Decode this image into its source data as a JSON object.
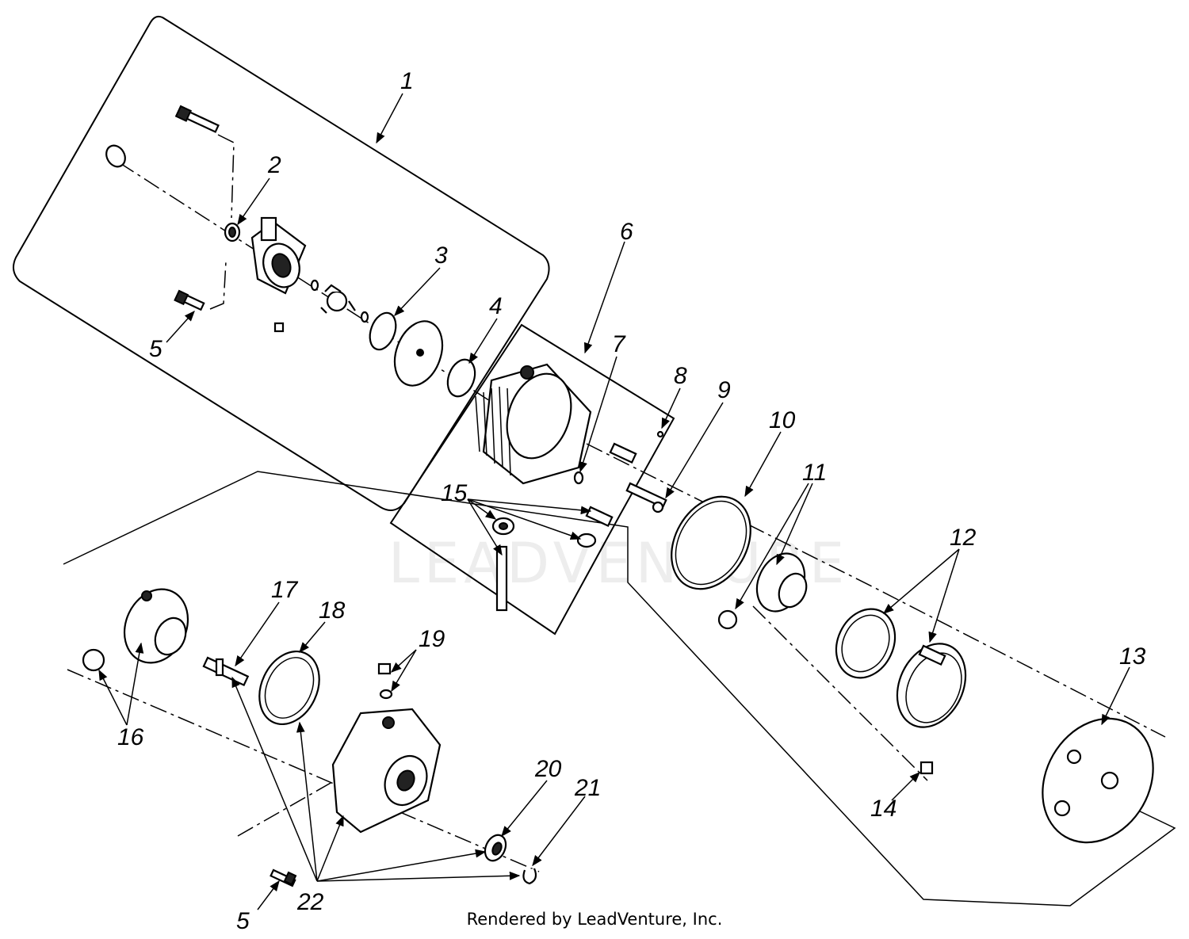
{
  "watermark": "LEADVENTURE",
  "footer": "Rendered by LeadVenture, Inc.",
  "callouts": [
    {
      "id": "1",
      "label": "1"
    },
    {
      "id": "2",
      "label": "2"
    },
    {
      "id": "3",
      "label": "3"
    },
    {
      "id": "4",
      "label": "4"
    },
    {
      "id": "5a",
      "label": "5"
    },
    {
      "id": "6",
      "label": "6"
    },
    {
      "id": "7",
      "label": "7"
    },
    {
      "id": "8",
      "label": "8"
    },
    {
      "id": "9",
      "label": "9"
    },
    {
      "id": "10",
      "label": "10"
    },
    {
      "id": "11",
      "label": "11"
    },
    {
      "id": "12",
      "label": "12"
    },
    {
      "id": "13",
      "label": "13"
    },
    {
      "id": "14",
      "label": "14"
    },
    {
      "id": "15",
      "label": "15"
    },
    {
      "id": "16",
      "label": "16"
    },
    {
      "id": "17",
      "label": "17"
    },
    {
      "id": "18",
      "label": "18"
    },
    {
      "id": "19",
      "label": "19"
    },
    {
      "id": "20",
      "label": "20"
    },
    {
      "id": "21",
      "label": "21"
    },
    {
      "id": "22",
      "label": "22"
    },
    {
      "id": "5b",
      "label": "5"
    }
  ]
}
